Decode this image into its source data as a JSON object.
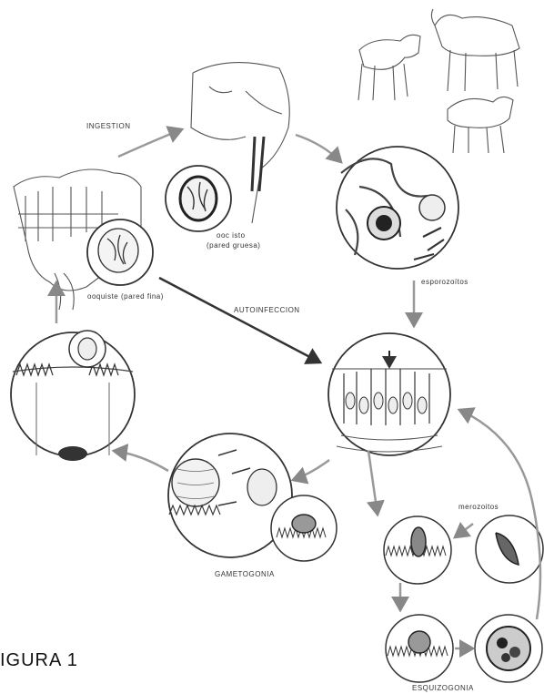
{
  "labels": {
    "ingestion": "INGESTION",
    "oocisto": "ooc isto",
    "oocisto_paren": "(pared gruesa)",
    "esporozoitos": "esporozoítos",
    "oocisto_delgado": "ooquiste (pared fina)",
    "autoinfeccion": "AUTOINFECCION",
    "merozoitos": "merozoitos",
    "gametogonia": "GAMETOGONIA",
    "esquizogonia": "ESQUIZOGONIA"
  },
  "figure_label": "IGURA 1"
}
